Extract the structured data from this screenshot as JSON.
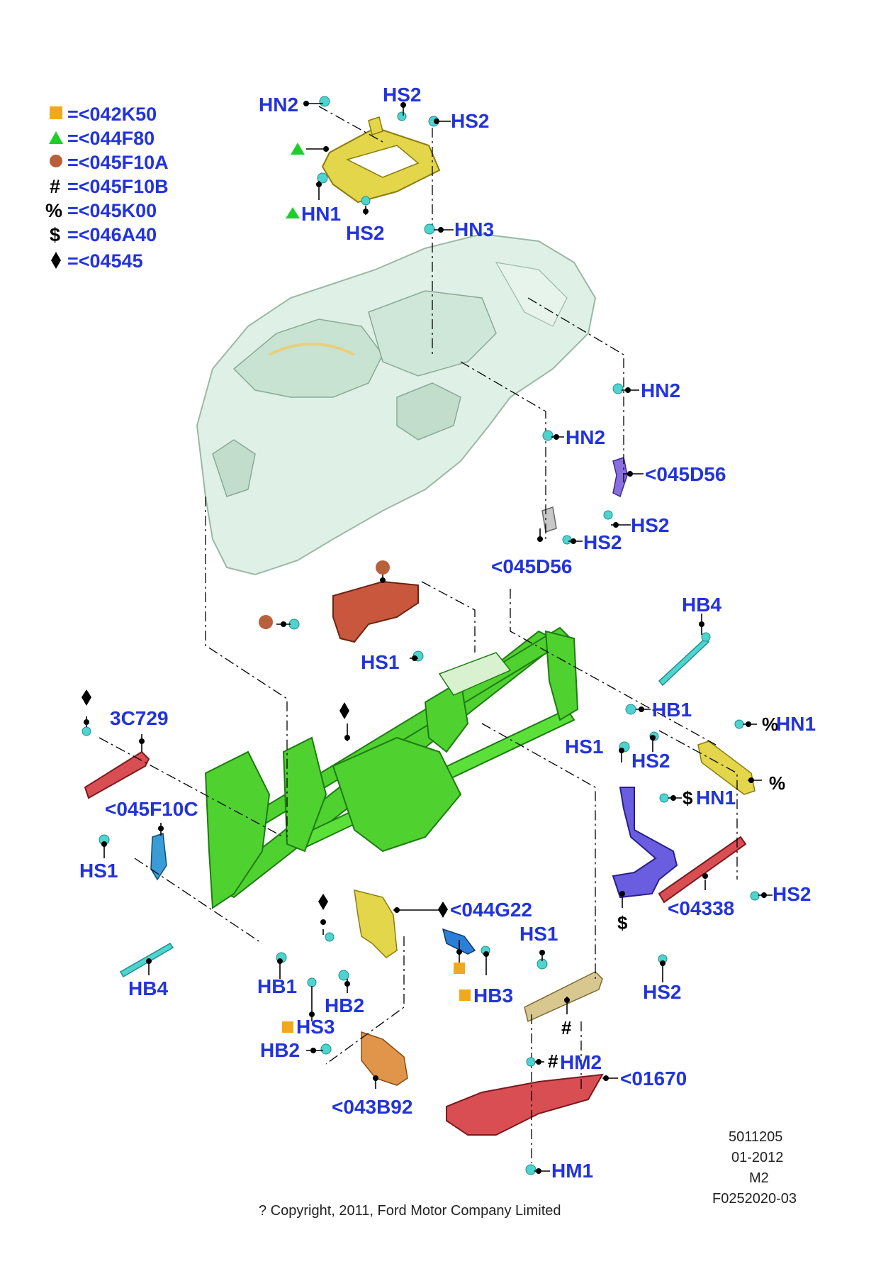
{
  "legend": [
    {
      "symbol": "square",
      "color": "#f2a81d",
      "text": "=<042K50"
    },
    {
      "symbol": "triangle",
      "color": "#1ecf2a",
      "text": "=<044F80"
    },
    {
      "symbol": "circle",
      "color": "#b8603c",
      "text": "=<045F10A"
    },
    {
      "symbol": "#",
      "color": "#000000",
      "text": "=<045F10B"
    },
    {
      "symbol": "%",
      "color": "#000000",
      "text": "=<045K00"
    },
    {
      "symbol": "$",
      "color": "#000000",
      "text": "=<046A40"
    },
    {
      "symbol": "diamond",
      "color": "#000000",
      "text": "=<04545"
    }
  ],
  "labels": {
    "hn2_top": "HN2",
    "hs2_top": "HS2",
    "hs2_top_right": "HS2",
    "hn1_top": "HN1",
    "hs2_top_lower": "HS2",
    "hn3": "HN3",
    "hn2_right_a": "HN2",
    "hn2_right_b": "HN2",
    "p045d56_a": "<045D56",
    "hs2_right_a": "HS2",
    "hs2_right_b": "HS2",
    "p045d56_b": "<045D56",
    "hb4_right": "HB4",
    "hs1_mid": "HS1",
    "hb1_right": "HB1",
    "hn1_pct": "HN1",
    "hs1_right": "HS1",
    "hs2_right_c": "HS2",
    "p3c729": "3C729",
    "p045f10c": "<045F10C",
    "hn1_dollar": "HN1",
    "hs1_left": "HS1",
    "p04338": "<04338",
    "hs2_far_right": "HS2",
    "p044g22": "<044G22",
    "hs1_lower": "HS1",
    "hb4_left": "HB4",
    "hb1_left": "HB1",
    "hb3": "HB3",
    "hs2_lower": "HS2",
    "hb2_a": "HB2",
    "hs3": "HS3",
    "hb2_b": "HB2",
    "hm2": "HM2",
    "p01670": "<01670",
    "p043b92": "<043B92",
    "hm1": "HM1"
  },
  "symbols": {
    "pct_a": "%",
    "pct_b": "%",
    "dollar_a": "$",
    "dollar_b": "$",
    "hash_a": "#",
    "hash_b": "#"
  },
  "meta": {
    "code1": "5011205",
    "date": "01-2012",
    "code2": "M2",
    "code3": "F0252020-03",
    "copyright": "? Copyright, 2011, Ford Motor Company Limited"
  },
  "colors": {
    "label_blue": "#2233dd",
    "crossmember_green": "#4fd12f",
    "fastener_teal": "#4fd3cf",
    "bracket_yellow": "#e0d23a",
    "bracket_red": "#d94e53",
    "bracket_purple": "#6a5de0",
    "bracket_brown": "#c9573e",
    "dashboard_mint": "#d8eee0"
  }
}
